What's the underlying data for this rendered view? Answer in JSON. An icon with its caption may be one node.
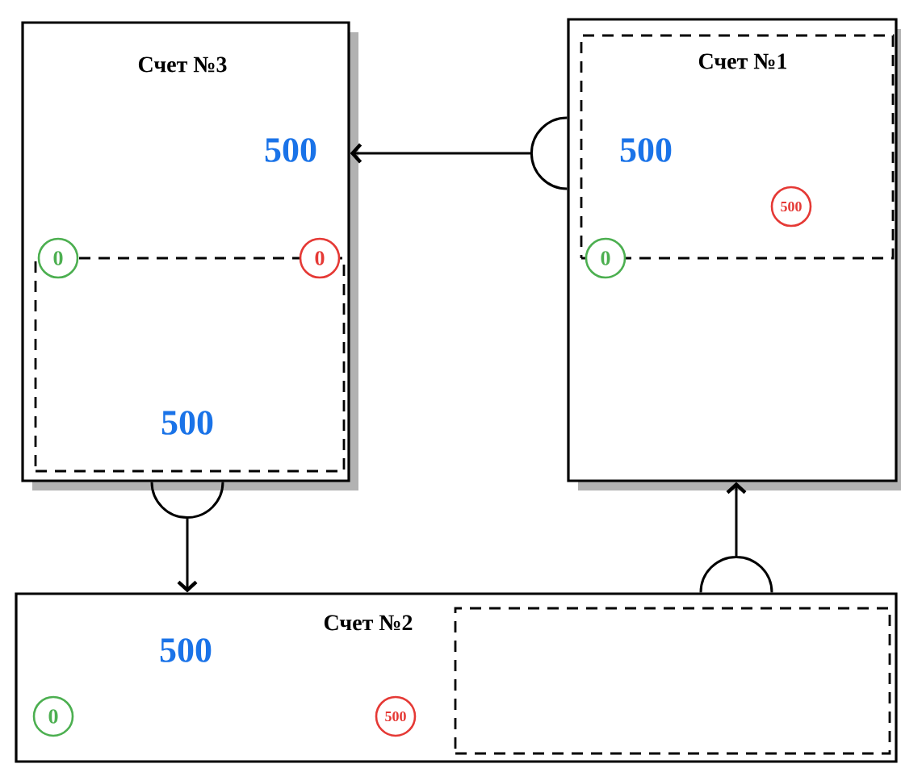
{
  "diagram": {
    "nodes": [
      {
        "text": [
          "Счет №3",
          "500"
        ]
      },
      {
        "text": [
          "500"
        ],
        "in": 0
      },
      {
        "text": [
          "0"
        ],
        "in": 0
      },
      {
        "text": [
          "0"
        ],
        "in": 0
      },
      {
        "text": [],
        "shape": "box"
      },
      {
        "text": [
          "Счет №1",
          "500"
        ],
        "in": 4
      },
      {
        "text": [
          "500"
        ],
        "in": 5
      },
      {
        "text": [
          "0"
        ],
        "in": 4
      },
      {
        "text": [
          "Счет №2",
          "500"
        ]
      },
      {
        "text": [],
        "shape": "box",
        "in": 8
      },
      {
        "text": [
          "0"
        ],
        "in": 8
      },
      {
        "text": [
          "500"
        ],
        "in": 8
      }
    ],
    "edges": [
      {
        "from": 4,
        "to": 0,
        "arrow": "to"
      },
      {
        "from": 0,
        "to": 8,
        "arrow": "to"
      },
      {
        "from": 8,
        "to": 4,
        "arrow": "to"
      }
    ]
  }
}
